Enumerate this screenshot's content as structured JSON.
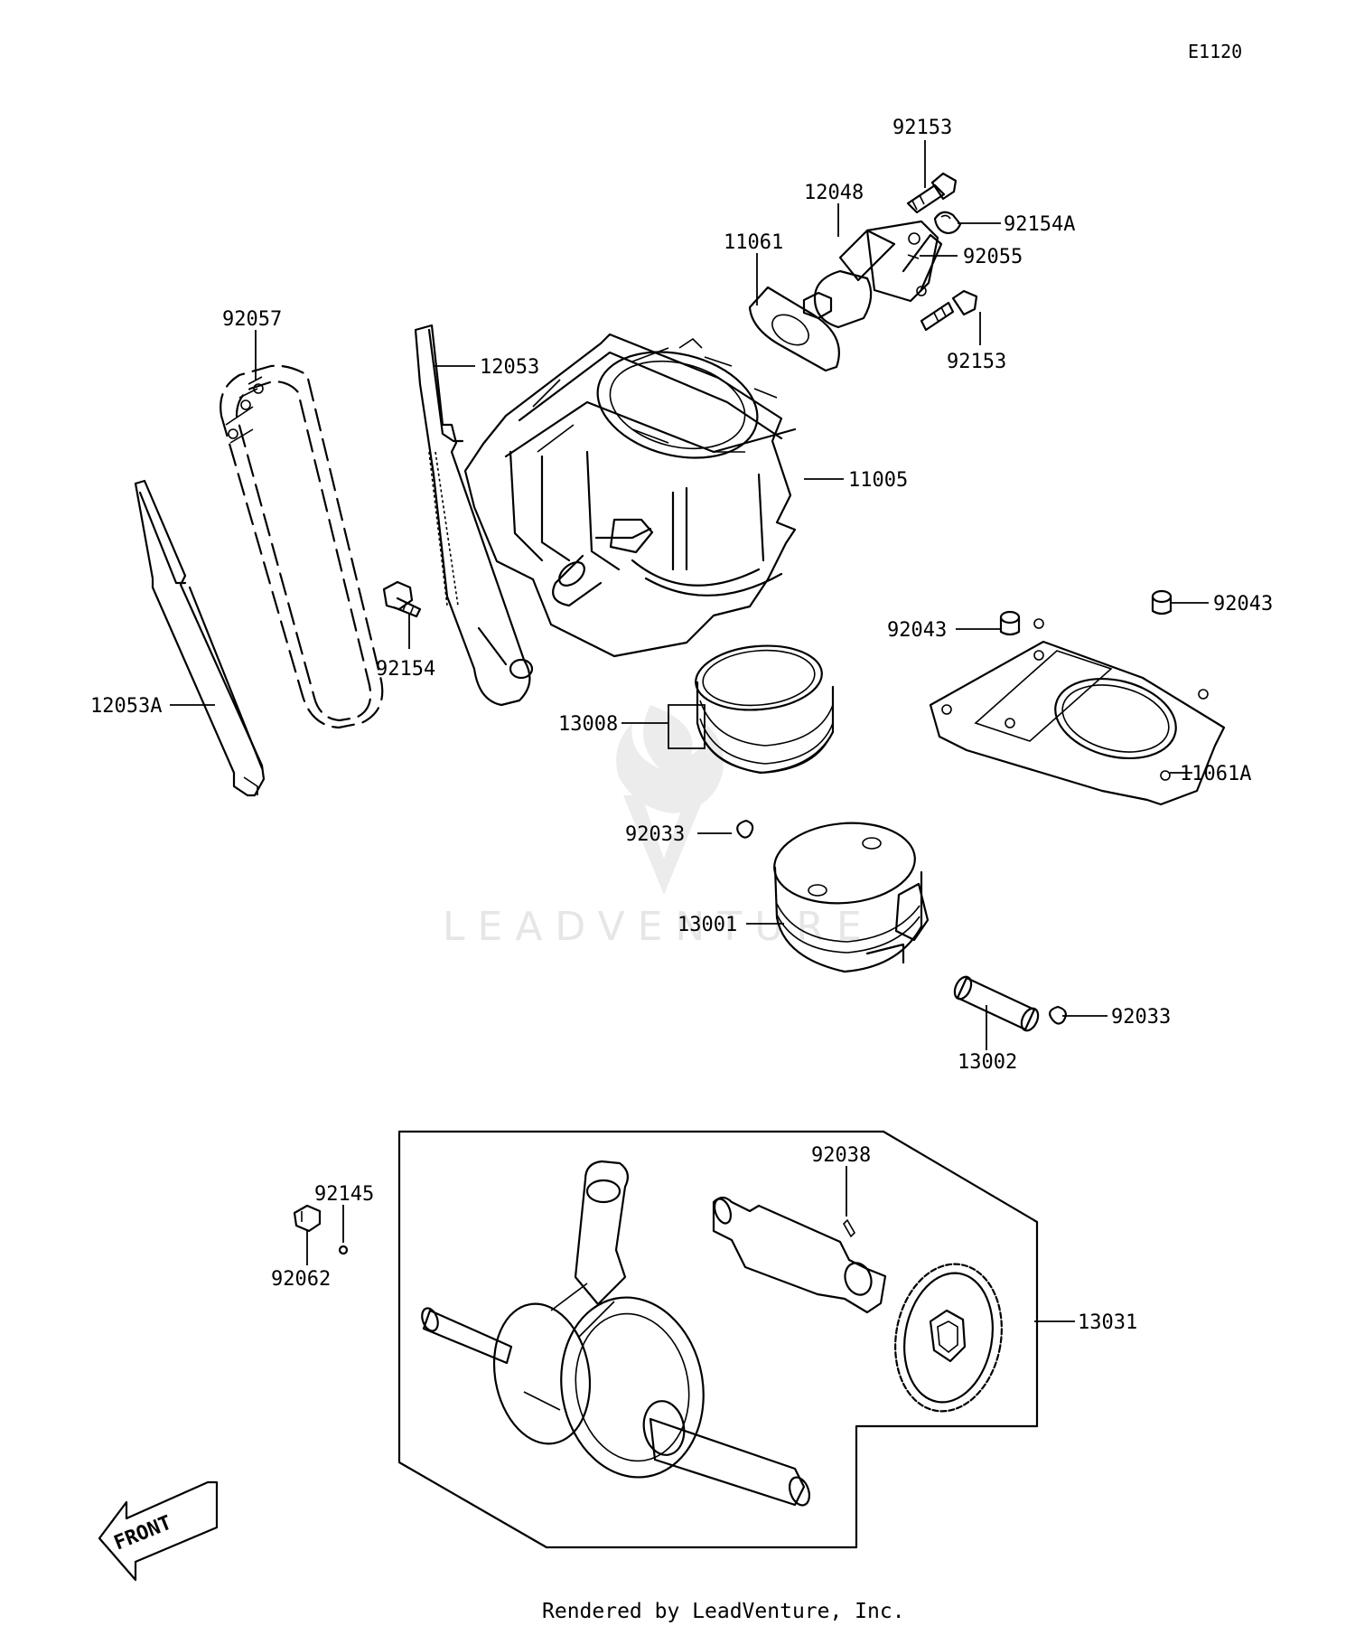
{
  "reference_code": "E1120",
  "watermark": "LEADVENTURE",
  "front_label": "FRONT",
  "footer": "Rendered by LeadVenture, Inc.",
  "callouts": {
    "c92153_top": "92153",
    "c12048": "12048",
    "c92154A": "92154A",
    "c11061": "11061",
    "c92055": "92055",
    "c92153_bottom": "92153",
    "c92057": "92057",
    "c12053": "12053",
    "c11005": "11005",
    "c92043_left": "92043",
    "c92043_right": "92043",
    "c92154": "92154",
    "c12053A": "12053A",
    "c13008": "13008",
    "c11061A": "11061A",
    "c92033_top": "92033",
    "c13001": "13001",
    "c92033_right": "92033",
    "c13002": "13002",
    "c92038": "92038",
    "c92145": "92145",
    "c92062": "92062",
    "c13031": "13031"
  }
}
